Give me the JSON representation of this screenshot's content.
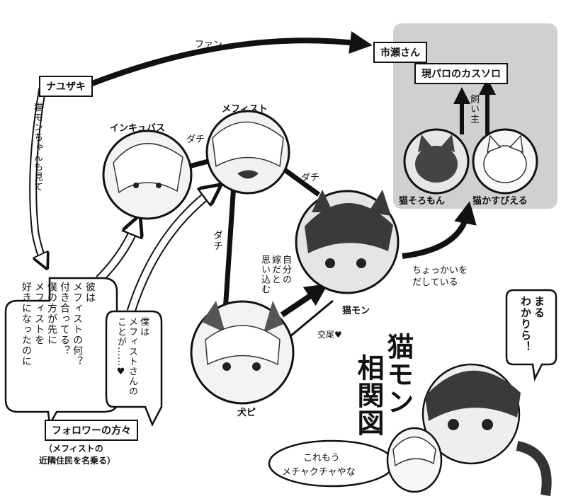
{
  "title": {
    "l1": "猫モン",
    "l2": "相関図"
  },
  "nodes": {
    "nayuzaki": "ナユザキ",
    "ichise": "市瀬さん",
    "genparo": "現パロのカスソロ",
    "incubus": "インキュバス",
    "mephisto": "メフィスト",
    "nekomon": "猫モン",
    "inupi": "犬ピ",
    "neko_soromon": "猫そろもん",
    "neko_kaspiel": "猫かすぴえる",
    "followers": "フォロワーの方々",
    "followers_note_1": "（メフィストの",
    "followers_note_2": "近隣住民を名乗る）"
  },
  "edges": {
    "fan": "ファン",
    "dachi_1": "ダチ",
    "dachi_2": "ダチ",
    "dachi_3": "ダチ",
    "kaiinushi": "飼い主",
    "koubi": "交尾♥",
    "chokkai": "ちょっかいを\nだしている",
    "omoikomi": "自分の\n嫁だと\n思い込む",
    "nekomon_mite": "猫モンちゃんも見て"
  },
  "speech": {
    "follower_left": "彼は\nメフィストの何？\n付き合ってる？\n僕の方が先に\nメフィストを\n好きになったのに",
    "follower_right": "僕は\nメフィストさんの\nことが……♥",
    "nekomon_says": "まる\nわかりら！",
    "incubus_says_1": "これもう",
    "incubus_says_2": "メチャクチャやな"
  },
  "colors": {
    "ink": "#111111",
    "panel": "#d0d0d0"
  }
}
